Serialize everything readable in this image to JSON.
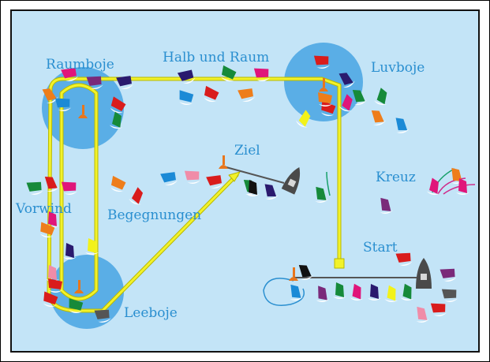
{
  "labels": {
    "raumboje": "Raumboje",
    "halb_und_raum": "Halb und Raum",
    "luvboje": "Luvboje",
    "ziel": "Ziel",
    "kreuz": "Kreuz",
    "vorwind": "Vorwind",
    "begegnungen": "Begegnungen",
    "start": "Start",
    "leeboje": "Leeboje"
  },
  "colors": {
    "water": "#c3e4f7",
    "mark_zone": "#5aaee6",
    "course_line": "#f2f22a",
    "course_outline": "#b8b800",
    "label": "#2a8fd0",
    "mark_buoy": "#e8761c",
    "committee_boat": "#4a4a4a"
  },
  "icons": {
    "buoy": "buoy-icon",
    "committee_boat": "committee-boat-icon",
    "sail": "sail-icon"
  }
}
